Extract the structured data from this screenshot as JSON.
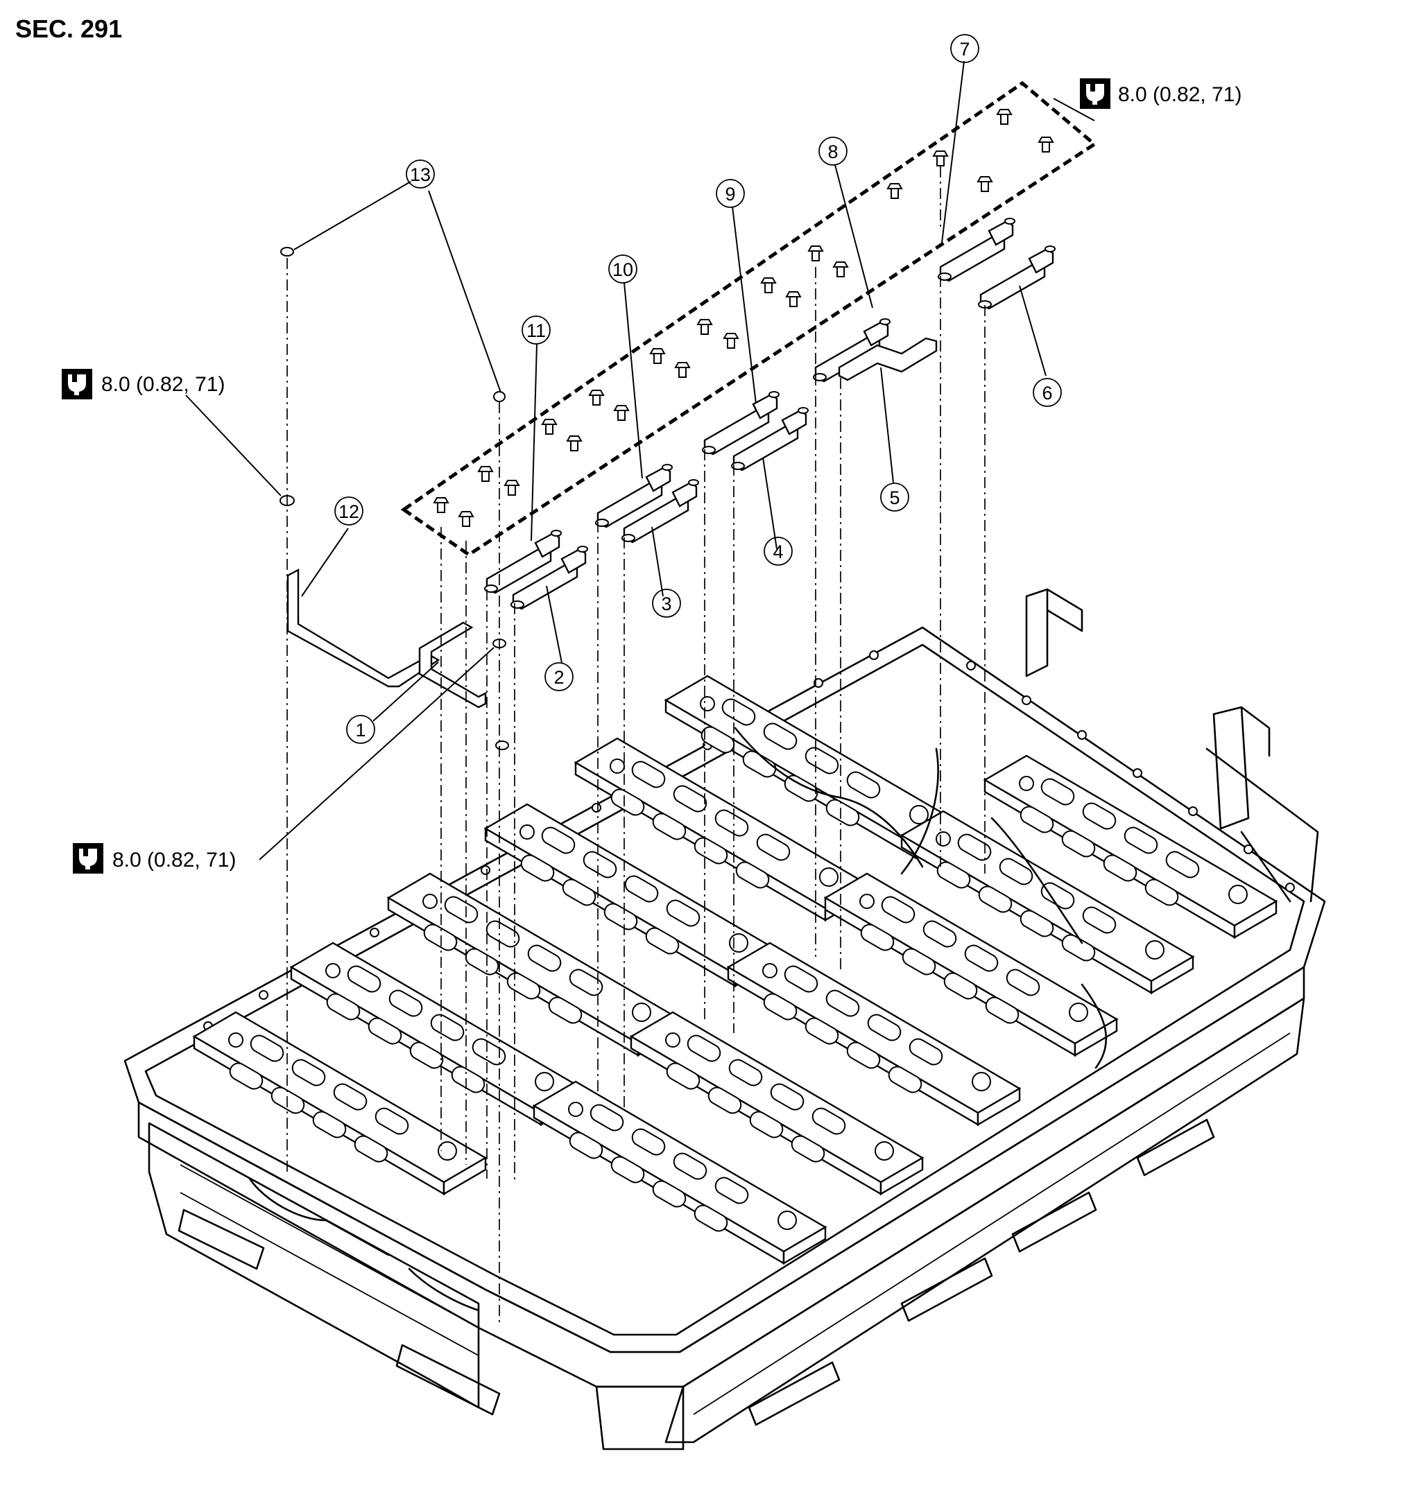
{
  "section_label": "SEC. 291",
  "torque_specs": [
    {
      "value": "8.0 (0.82, 71)",
      "icon": "torque-wrench-icon"
    },
    {
      "value": "8.0 (0.82, 71)",
      "icon": "torque-wrench-icon"
    },
    {
      "value": "8.0 (0.82, 71)",
      "icon": "torque-wrench-icon"
    }
  ],
  "callouts": [
    "1",
    "2",
    "3",
    "4",
    "5",
    "6",
    "7",
    "8",
    "9",
    "10",
    "11",
    "12",
    "13"
  ]
}
